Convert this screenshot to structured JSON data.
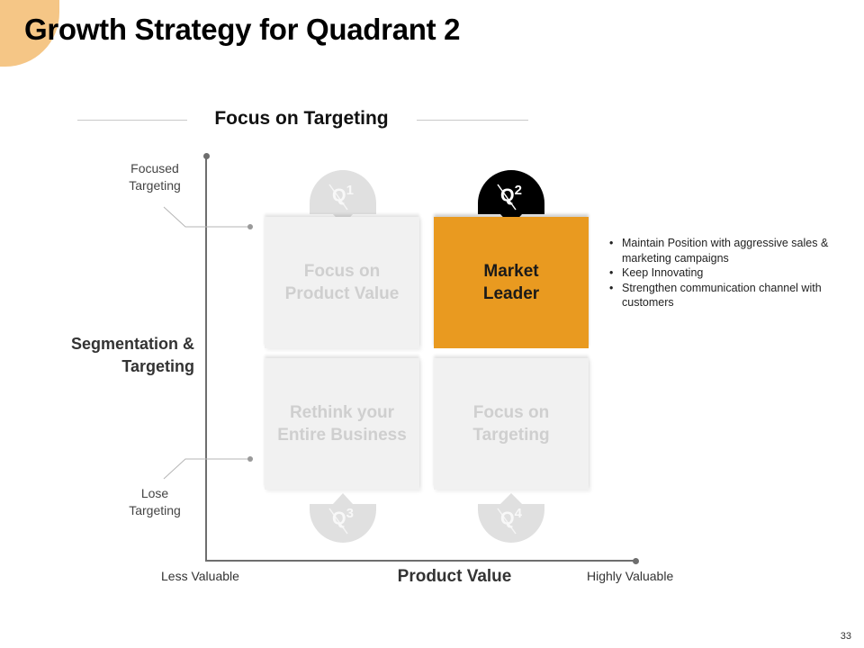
{
  "slide": {
    "title": "Growth Strategy for Quadrant 2",
    "subtitle": "Focus on Targeting",
    "page_number": "33"
  },
  "axes": {
    "y_label": "Segmentation & Targeting",
    "y_top": "Focused Targeting",
    "y_bottom": "Lose Targeting",
    "x_label": "Product Value",
    "x_left": "Less Valuable",
    "x_right": "Highly Valuable"
  },
  "quadrants": [
    {
      "id": "Q",
      "num": "1",
      "text": "Focus on Product Value",
      "highlighted": false
    },
    {
      "id": "Q",
      "num": "2",
      "text": "Market Leader",
      "highlighted": true
    },
    {
      "id": "Q",
      "num": "3",
      "text": "Rethink your Entire Business",
      "highlighted": false
    },
    {
      "id": "Q",
      "num": "4",
      "text": "Focus on Targeting",
      "highlighted": false
    }
  ],
  "bullets": [
    "Maintain Position with aggressive sales & marketing campaigns",
    "Keep Innovating",
    "Strengthen communication channel with customers"
  ],
  "colors": {
    "accent": "#E99A20",
    "corner": "#F5C686",
    "muted_box": "#F1F1F1",
    "badge_muted": "#E0E0E0",
    "badge_active": "#000000"
  }
}
